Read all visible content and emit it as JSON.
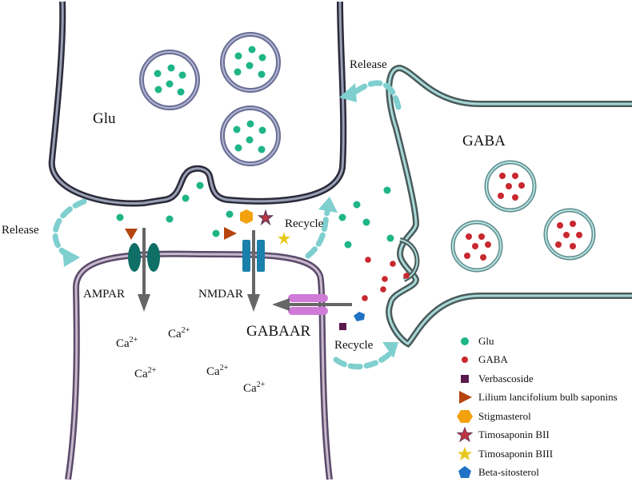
{
  "labels": {
    "glu": "Glu",
    "gaba": "GABA",
    "release_left": "Release",
    "release_top": "Release",
    "recycle_top": "Recycle",
    "recycle_bottom": "Recycle",
    "ampar": "AMPAR",
    "nmdar": "NMDAR",
    "gabaar": "GABAAR"
  },
  "calcium": [
    {
      "base": "Ca",
      "charge": "2+"
    },
    {
      "base": "Ca",
      "charge": "2+"
    },
    {
      "base": "Ca",
      "charge": "2+"
    },
    {
      "base": "Ca",
      "charge": "2+"
    },
    {
      "base": "Ca",
      "charge": "2+"
    }
  ],
  "legend": [
    {
      "label": "Glu",
      "icon": "green-dot-icon"
    },
    {
      "label": "GABA",
      "icon": "red-dot-icon"
    },
    {
      "label": "Verbascoside",
      "icon": "purple-square-icon"
    },
    {
      "label": "Lilium lancifolium bulb saponins",
      "icon": "brown-triangle-icon"
    },
    {
      "label": "Stigmasterol",
      "icon": "orange-hexagon-icon"
    },
    {
      "label": "Timosaponin BII",
      "icon": "red-star-icon"
    },
    {
      "label": "Timosaponin BIII",
      "icon": "yellow-star-icon"
    },
    {
      "label": "Beta-sitosterol",
      "icon": "blue-pentagon-icon"
    }
  ],
  "colors": {
    "glu": "#1fb587",
    "gaba": "#c8282e",
    "verbascoside": "#5a1a4e",
    "saponins": "#b5440f",
    "stigmasterol": "#f4a10e",
    "timosaponin_bii": "#c0343f",
    "timosaponin_biii": "#e8c81e",
    "beta_sitosterol": "#1f72c4",
    "arrow": "#7fcfcf",
    "ampar": "#0f6e66",
    "nmdar": "#1a7faa",
    "gabaar": "#d07ad8"
  }
}
